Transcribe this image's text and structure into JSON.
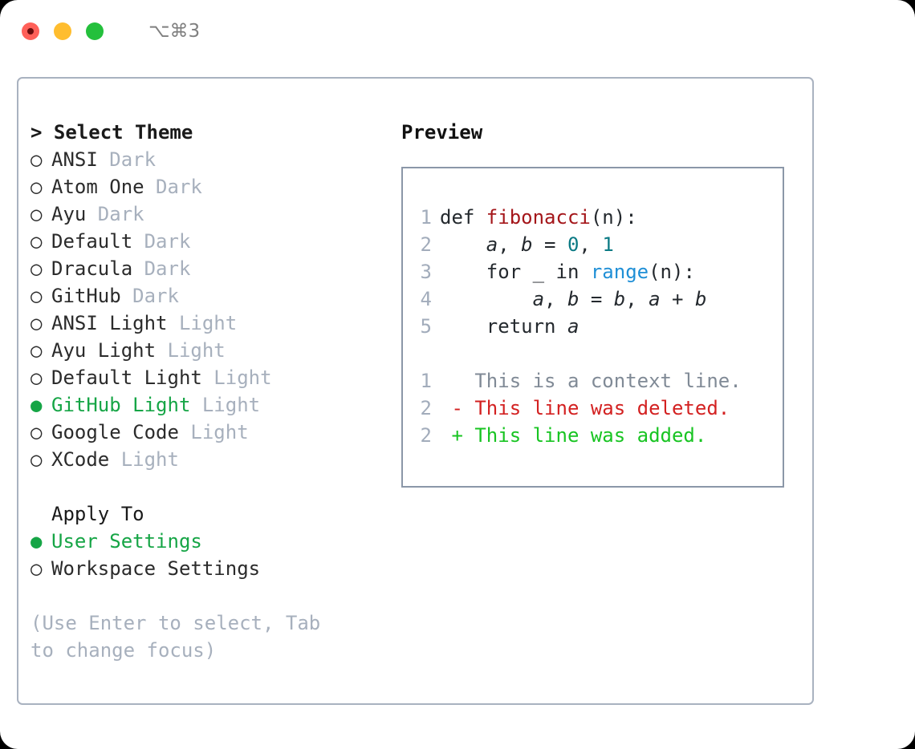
{
  "titlebar": {
    "shortcut": "⌥⌘3",
    "buttons": [
      "close",
      "minimize",
      "zoom"
    ]
  },
  "theme_list": {
    "header": "> Select Theme",
    "items": [
      {
        "marker": "○",
        "name": "ANSI",
        "tag": "Dark",
        "selected": false
      },
      {
        "marker": "○",
        "name": "Atom One",
        "tag": "Dark",
        "selected": false
      },
      {
        "marker": "○",
        "name": "Ayu",
        "tag": "Dark",
        "selected": false
      },
      {
        "marker": "○",
        "name": "Default",
        "tag": "Dark",
        "selected": false
      },
      {
        "marker": "○",
        "name": "Dracula",
        "tag": "Dark",
        "selected": false
      },
      {
        "marker": "○",
        "name": "GitHub",
        "tag": "Dark",
        "selected": false
      },
      {
        "marker": "○",
        "name": "ANSI Light",
        "tag": "Light",
        "selected": false
      },
      {
        "marker": "○",
        "name": "Ayu Light",
        "tag": "Light",
        "selected": false
      },
      {
        "marker": "○",
        "name": "Default Light",
        "tag": "Light",
        "selected": false
      },
      {
        "marker": "●",
        "name": "GitHub Light",
        "tag": "Light",
        "selected": true
      },
      {
        "marker": "○",
        "name": "Google Code",
        "tag": "Light",
        "selected": false
      },
      {
        "marker": "○",
        "name": "XCode",
        "tag": "Light",
        "selected": false
      }
    ]
  },
  "apply_to": {
    "header": "Apply To",
    "items": [
      {
        "marker": "●",
        "name": "User Settings",
        "selected": true
      },
      {
        "marker": "○",
        "name": "Workspace Settings",
        "selected": false
      }
    ]
  },
  "hint": "(Use Enter to select, Tab to change focus)",
  "preview": {
    "title": "Preview",
    "code_lines": [
      {
        "num": "1",
        "tokens": [
          {
            "t": "def ",
            "c": "plain"
          },
          {
            "t": "fibonacci",
            "c": "fn"
          },
          {
            "t": "(n):",
            "c": "plain"
          }
        ]
      },
      {
        "num": "2",
        "tokens": [
          {
            "t": "    ",
            "c": "plain"
          },
          {
            "t": "a",
            "c": "var"
          },
          {
            "t": ", ",
            "c": "plain"
          },
          {
            "t": "b",
            "c": "var"
          },
          {
            "t": " = ",
            "c": "plain"
          },
          {
            "t": "0",
            "c": "num"
          },
          {
            "t": ", ",
            "c": "plain"
          },
          {
            "t": "1",
            "c": "num"
          }
        ]
      },
      {
        "num": "3",
        "tokens": [
          {
            "t": "    for _ in ",
            "c": "plain"
          },
          {
            "t": "range",
            "c": "call"
          },
          {
            "t": "(n):",
            "c": "plain"
          }
        ]
      },
      {
        "num": "4",
        "tokens": [
          {
            "t": "        ",
            "c": "plain"
          },
          {
            "t": "a",
            "c": "var"
          },
          {
            "t": ", ",
            "c": "plain"
          },
          {
            "t": "b",
            "c": "var"
          },
          {
            "t": " = ",
            "c": "plain"
          },
          {
            "t": "b",
            "c": "var"
          },
          {
            "t": ", ",
            "c": "plain"
          },
          {
            "t": "a",
            "c": "var"
          },
          {
            "t": " + ",
            "c": "plain"
          },
          {
            "t": "b",
            "c": "var"
          }
        ]
      },
      {
        "num": "5",
        "tokens": [
          {
            "t": "    return ",
            "c": "plain"
          },
          {
            "t": "a",
            "c": "var"
          }
        ]
      },
      {
        "num": "",
        "tokens": []
      },
      {
        "num": "1",
        "tokens": [
          {
            "t": "   This is ",
            "c": "ctx"
          },
          {
            "t": "a",
            "c": "ctx"
          },
          {
            "t": " context line.",
            "c": "ctx"
          }
        ]
      },
      {
        "num": "2",
        "tokens": [
          {
            "t": " - This line was deleted.",
            "c": "del"
          }
        ]
      },
      {
        "num": "2",
        "tokens": [
          {
            "t": " + This line was added.",
            "c": "add"
          }
        ]
      }
    ]
  },
  "colors": {
    "accent_green": "#16a546",
    "muted_gray": "#a7b0bd",
    "panel_border": "#a9b2c0",
    "preview_border": "#8b97a8",
    "fn_red": "#a4161a",
    "num_teal": "#0b7a84",
    "call_blue": "#1f8fd6",
    "diff_delete": "#d32121",
    "diff_add": "#18c422",
    "light_red": "#ff6059",
    "light_yellow": "#ffbd2e",
    "light_green": "#24c03c"
  }
}
